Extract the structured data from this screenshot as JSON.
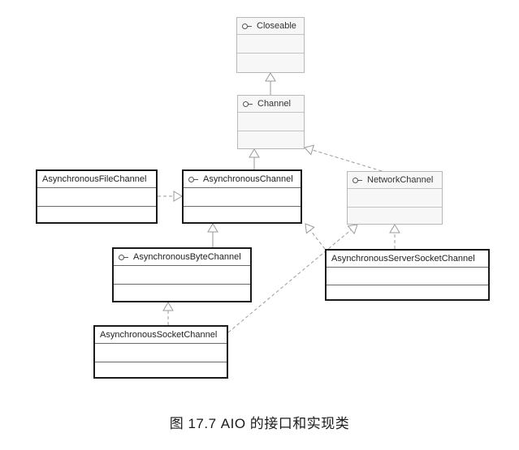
{
  "nodes": {
    "closeable": {
      "label": "Closeable",
      "kind": "interface"
    },
    "channel": {
      "label": "Channel",
      "kind": "interface"
    },
    "async_file": {
      "label": "AsynchronousFileChannel",
      "kind": "class"
    },
    "async_channel": {
      "label": "AsynchronousChannel",
      "kind": "interface"
    },
    "network_channel": {
      "label": "NetworkChannel",
      "kind": "interface"
    },
    "async_byte": {
      "label": "AsynchronousByteChannel",
      "kind": "interface"
    },
    "async_server_socket": {
      "label": "AsynchronousServerSocketChannel",
      "kind": "class"
    },
    "async_socket": {
      "label": "AsynchronousSocketChannel",
      "kind": "class"
    }
  },
  "edges": [
    {
      "from": "channel",
      "to": "closeable",
      "style": "solid"
    },
    {
      "from": "async_channel",
      "to": "channel",
      "style": "solid"
    },
    {
      "from": "network_channel",
      "to": "channel",
      "style": "dashed"
    },
    {
      "from": "async_file",
      "to": "async_channel",
      "style": "dashed"
    },
    {
      "from": "async_byte",
      "to": "async_channel",
      "style": "solid"
    },
    {
      "from": "async_server_socket",
      "to": "network_channel",
      "style": "dashed"
    },
    {
      "from": "async_server_socket",
      "to": "async_channel",
      "style": "dashed"
    },
    {
      "from": "async_socket",
      "to": "async_byte",
      "style": "dashed"
    },
    {
      "from": "async_socket",
      "to": "network_channel",
      "style": "dashed"
    }
  ],
  "caption": "图 17.7   AIO 的接口和实现类",
  "colors": {
    "interface_border": "#b8b8b8",
    "class_border": "#1a1a1a",
    "arrow": "#9a9a9a"
  },
  "icons": {
    "interface_marker": "lollipop-icon"
  }
}
